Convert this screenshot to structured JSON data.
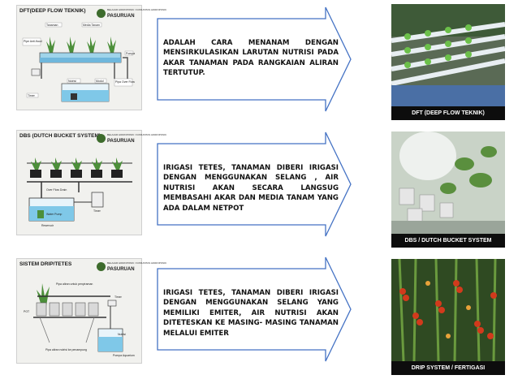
{
  "logo": {
    "small_text": "BELAJAR HIDROPONIK / KOMUNITAS HIDROPONIK",
    "main_text": "PASURUAN"
  },
  "dft": {
    "diagram_title": "DFT(DEEP FLOW TEKNIK)",
    "labels": {
      "tanaman": "Tanaman",
      "media": "Media Tanam",
      "pipe_drain": "Pipe Anti-flood",
      "pompa": "Pompa",
      "nutrisi": "Nutrisi",
      "modul": "Modul",
      "over_flow": "Pipa Over Flow",
      "timer": "Timer"
    },
    "description": "ADALAH CARA MENANAM DENGAN MENSIRKULASIKAN LARUTAN NUTRISI PADA AKAR TANAMAN PADA RANGKAIAN ALIRAN TERTUTUP.",
    "photo_label": "DFT (DEEP FLOW TEKNIK)"
  },
  "dbs": {
    "diagram_title": "DBS (DUTCH BUCKET SYSTEM)",
    "labels": {
      "over_flow_drain": "Over Flow Drain",
      "water_pump": "Water Pump",
      "reservoir": "Reservoir",
      "timer": "Timer"
    },
    "description": "IRIGASI TETES, TANAMAN DIBERI IRIGASI DENGAN MENGGUNAKAN SELANG , AIR NUTRISI AKAN SECARA LANGSUG MEMBASAHI AKAR DAN MEDIA TANAM YANG ADA DALAM NETPOT",
    "photo_label": "DBS / DUTCH BUCKET SYSTEM"
  },
  "drip": {
    "diagram_title": "SISTEM DRIP/TETES",
    "labels": {
      "pipa_aliran": "Pipa aliran untuk penyiraman",
      "timer": "Timer",
      "pot": "POT",
      "pipa_kembali": "Pipa aliran nutrisi ke penampung",
      "nutrisi": "Nutrisi",
      "pompa": "Pompa Aquarium"
    },
    "description": "IRIGASI TETES, TANAMAN DIBERI IRIGASI DENGAN MENGGUNAKAN SELANG YANG MEMILIKI EMITER, AIR NUTRISI AKAN DITETESKAN KE MASING- MASING TANAMAN MELALUI EMITER",
    "photo_label": "DRIP SYSTEM / FERTIGASI"
  },
  "colors": {
    "arrow_stroke": "#4472c4",
    "water": "#7fc8e8",
    "plant": "#4c8f3a",
    "label_bg": "#0d0d0d"
  }
}
